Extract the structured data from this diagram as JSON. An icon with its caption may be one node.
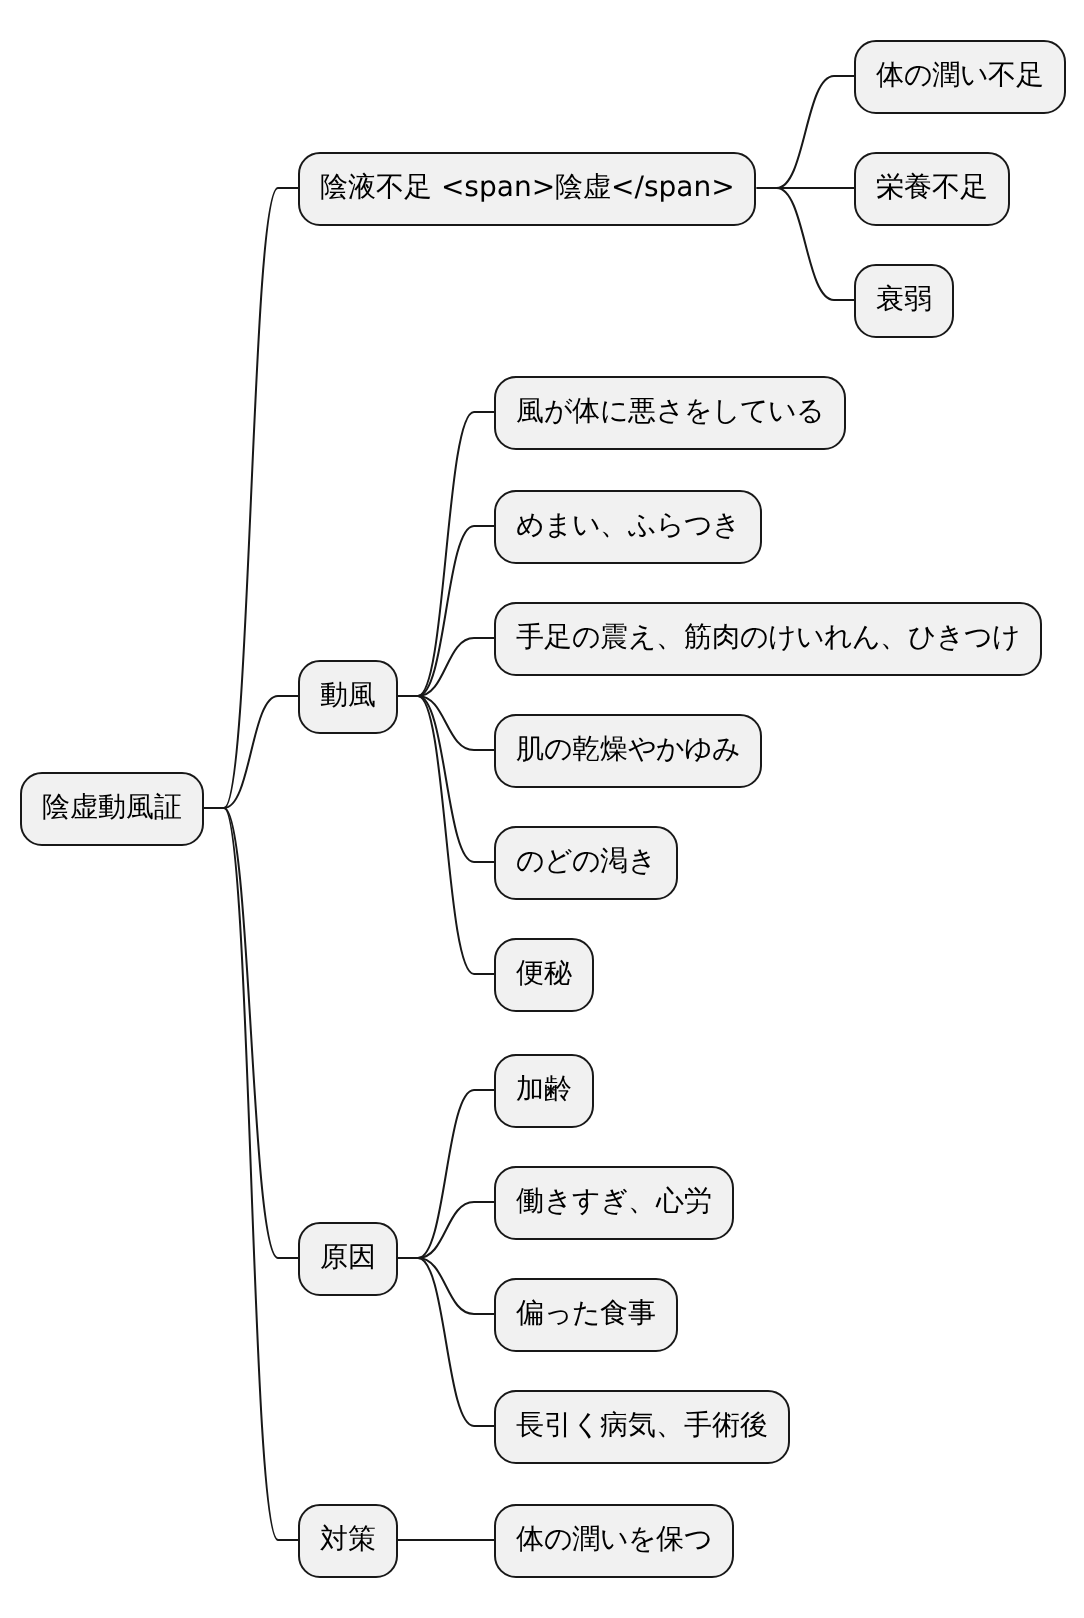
{
  "diagram": {
    "nodes": [
      {
        "text": [
          "陰虚動風証"
        ]
      },
      {
        "text": [
          "陰液不足 <span>陰虚</span>"
        ]
      },
      {
        "text": [
          "体の潤い不足"
        ]
      },
      {
        "text": [
          "栄養不足"
        ]
      },
      {
        "text": [
          "衰弱"
        ]
      },
      {
        "text": [
          "動風"
        ]
      },
      {
        "text": [
          "風が体に悪さをしている"
        ]
      },
      {
        "text": [
          "めまい、ふらつき"
        ]
      },
      {
        "text": [
          "手足の震え、筋肉のけいれん、ひきつけ"
        ]
      },
      {
        "text": [
          "肌の乾燥やかゆみ"
        ]
      },
      {
        "text": [
          "のどの渇き"
        ]
      },
      {
        "text": [
          "便秘"
        ]
      },
      {
        "text": [
          "原因"
        ]
      },
      {
        "text": [
          "加齢"
        ]
      },
      {
        "text": [
          "働きすぎ、心労"
        ]
      },
      {
        "text": [
          "偏った食事"
        ]
      },
      {
        "text": [
          "長引く病気、手術後"
        ]
      },
      {
        "text": [
          "対策"
        ]
      },
      {
        "text": [
          "体の潤いを保つ"
        ]
      }
    ],
    "edges": [
      {
        "from": 0,
        "to": 1,
        "arrow": "none"
      },
      {
        "from": 1,
        "to": 2,
        "arrow": "none"
      },
      {
        "from": 1,
        "to": 3,
        "arrow": "none"
      },
      {
        "from": 1,
        "to": 4,
        "arrow": "none"
      },
      {
        "from": 0,
        "to": 5,
        "arrow": "none"
      },
      {
        "from": 5,
        "to": 6,
        "arrow": "none"
      },
      {
        "from": 5,
        "to": 7,
        "arrow": "none"
      },
      {
        "from": 5,
        "to": 8,
        "arrow": "none"
      },
      {
        "from": 5,
        "to": 9,
        "arrow": "none"
      },
      {
        "from": 5,
        "to": 10,
        "arrow": "none"
      },
      {
        "from": 5,
        "to": 11,
        "arrow": "none"
      },
      {
        "from": 0,
        "to": 12,
        "arrow": "none"
      },
      {
        "from": 12,
        "to": 13,
        "arrow": "none"
      },
      {
        "from": 12,
        "to": 14,
        "arrow": "none"
      },
      {
        "from": 12,
        "to": 15,
        "arrow": "none"
      },
      {
        "from": 12,
        "to": 16,
        "arrow": "none"
      },
      {
        "from": 0,
        "to": 17,
        "arrow": "none"
      },
      {
        "from": 17,
        "to": 18,
        "arrow": "none"
      }
    ]
  }
}
